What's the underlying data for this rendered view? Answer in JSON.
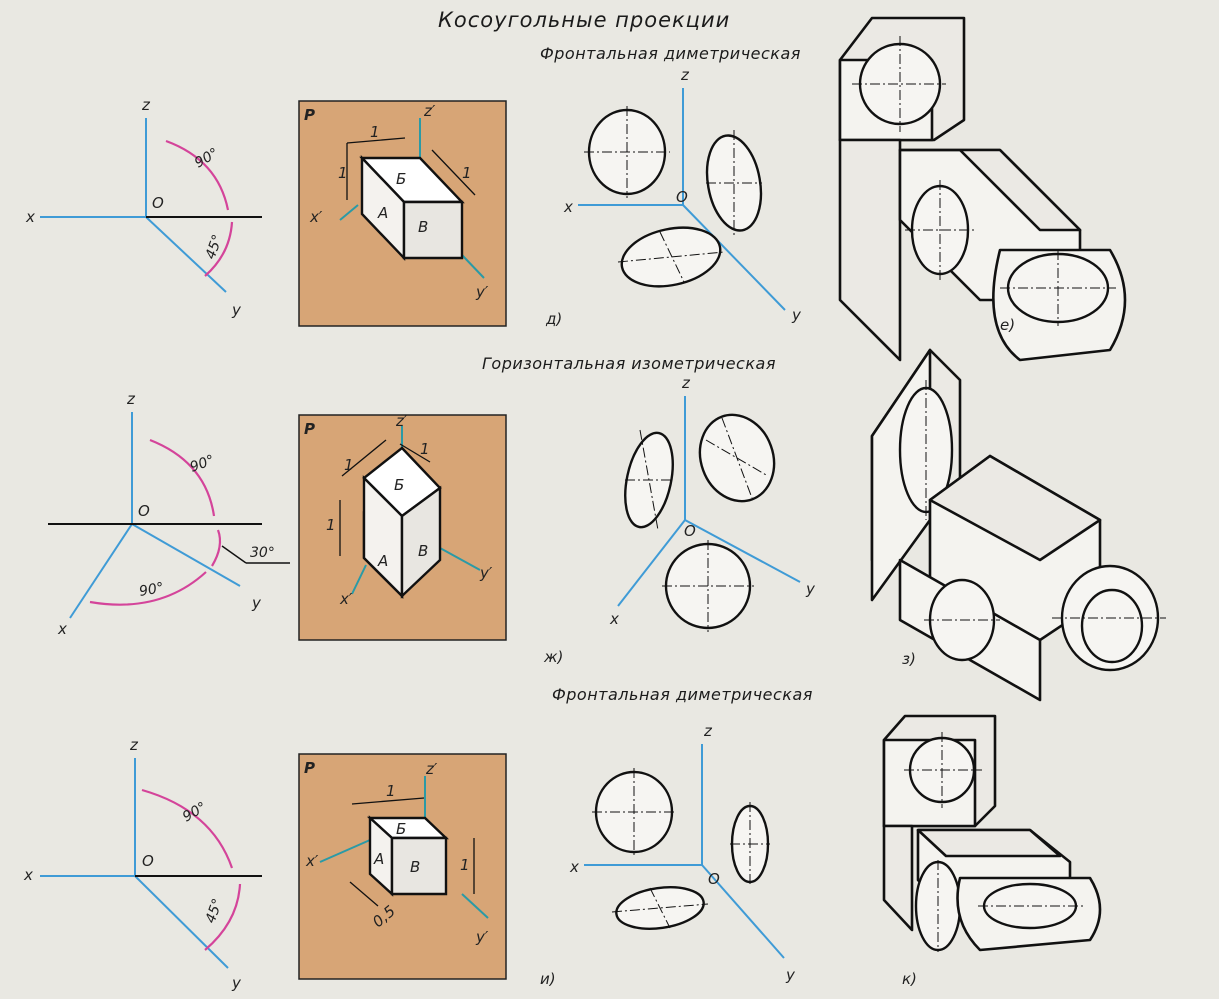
{
  "titles": {
    "main": "Косоугольные проекции",
    "frontal_dimetric": "Фронтальная диметрическая",
    "horizontal_isometric": "Горизонтальная изометрическая",
    "frontal_dimetric_2": "Фронтальная диметрическая"
  },
  "axes": {
    "x": "x",
    "y": "y",
    "z": "z",
    "origin": "O"
  },
  "primed_axes": {
    "x": "x′",
    "y": "y′",
    "z": "z′",
    "plane": "P"
  },
  "angles": {
    "right": "90°",
    "deg45": "45°",
    "deg30": "30°"
  },
  "faces": {
    "front": "А",
    "top": "Б",
    "side": "В"
  },
  "dimensions": {
    "one": "1",
    "half": "0,5"
  },
  "figure_labels": {
    "d": "д)",
    "e": "е)",
    "zh": "ж)",
    "z": "з)",
    "i": "и)",
    "k": "к)"
  },
  "colors": {
    "axis": "#3f9bd6",
    "angle_arc": "#d4449a",
    "panel": "#d7a576",
    "primed_axis": "#2a9aa6"
  }
}
